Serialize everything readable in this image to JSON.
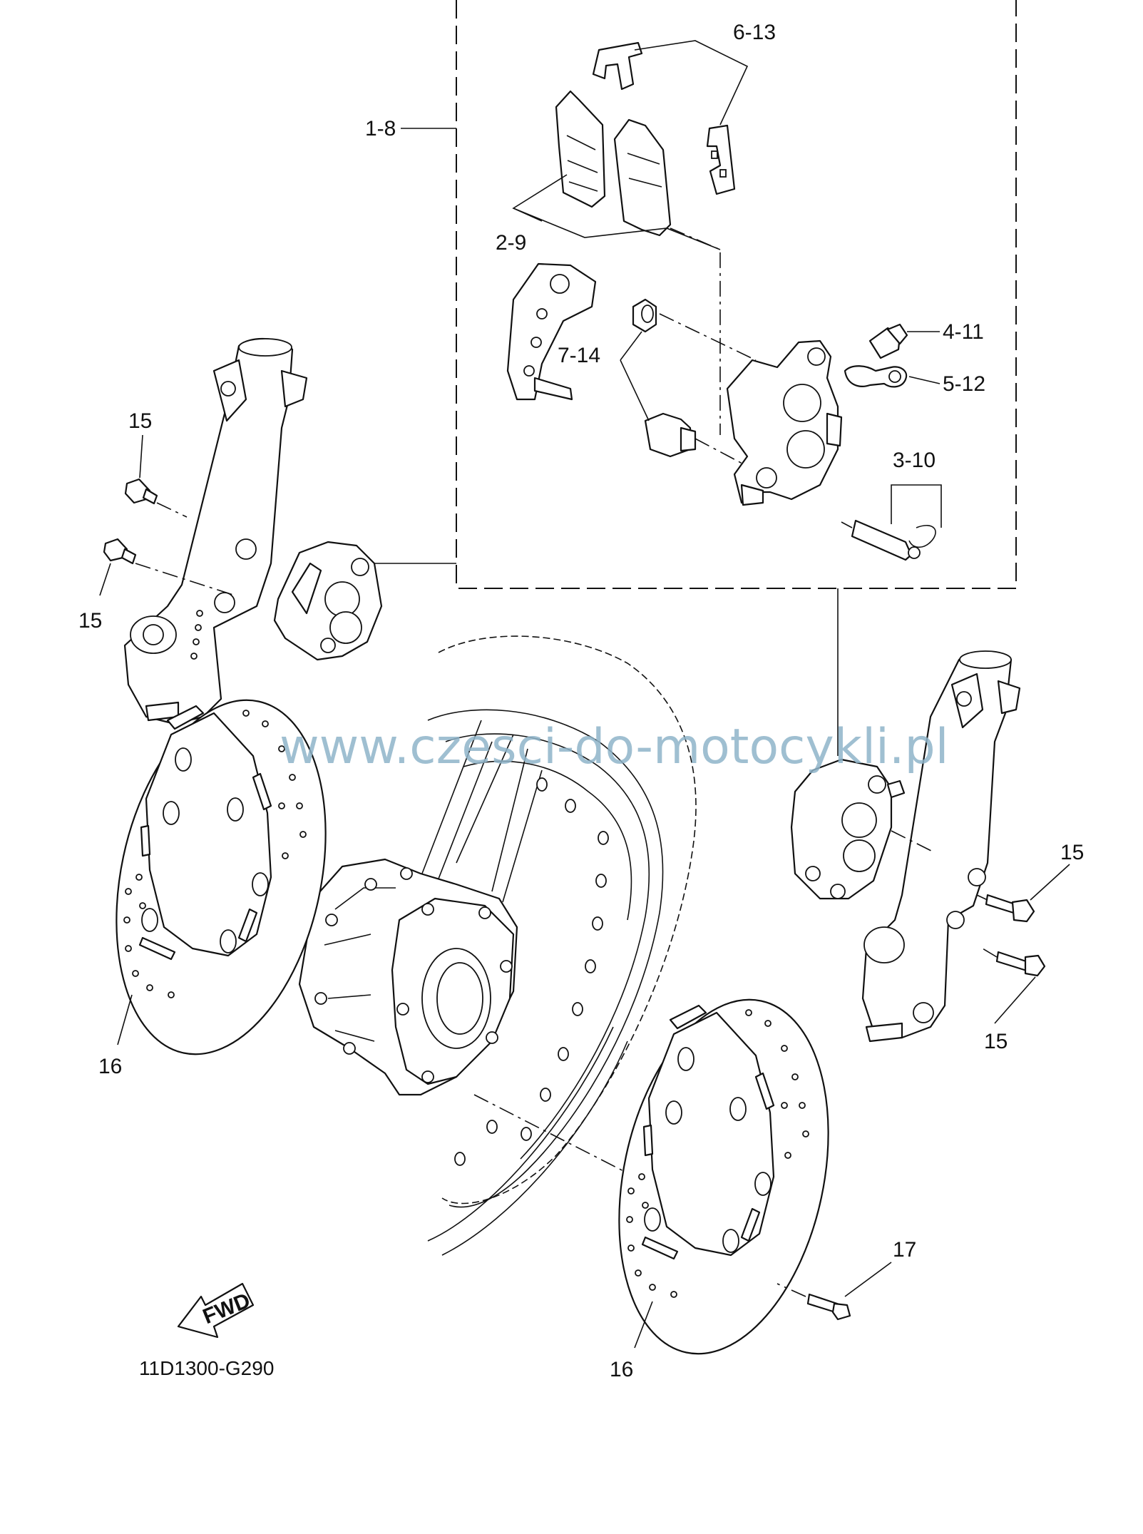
{
  "diagram": {
    "watermark": "www.czesci-do-motocykli.pl",
    "drawing_code": "11D1300-G290",
    "fwd_label": "FWD",
    "callouts": [
      {
        "id": "1-8",
        "label": "1-8"
      },
      {
        "id": "2-9",
        "label": "2-9"
      },
      {
        "id": "3-10",
        "label": "3-10"
      },
      {
        "id": "4-11",
        "label": "4-11"
      },
      {
        "id": "5-12",
        "label": "5-12"
      },
      {
        "id": "6-13",
        "label": "6-13"
      },
      {
        "id": "7-14",
        "label": "7-14"
      },
      {
        "id": "15a",
        "label": "15"
      },
      {
        "id": "15b",
        "label": "15"
      },
      {
        "id": "15c",
        "label": "15"
      },
      {
        "id": "15d",
        "label": "15"
      },
      {
        "id": "16a",
        "label": "16"
      },
      {
        "id": "16b",
        "label": "16"
      },
      {
        "id": "17",
        "label": "17"
      }
    ]
  }
}
